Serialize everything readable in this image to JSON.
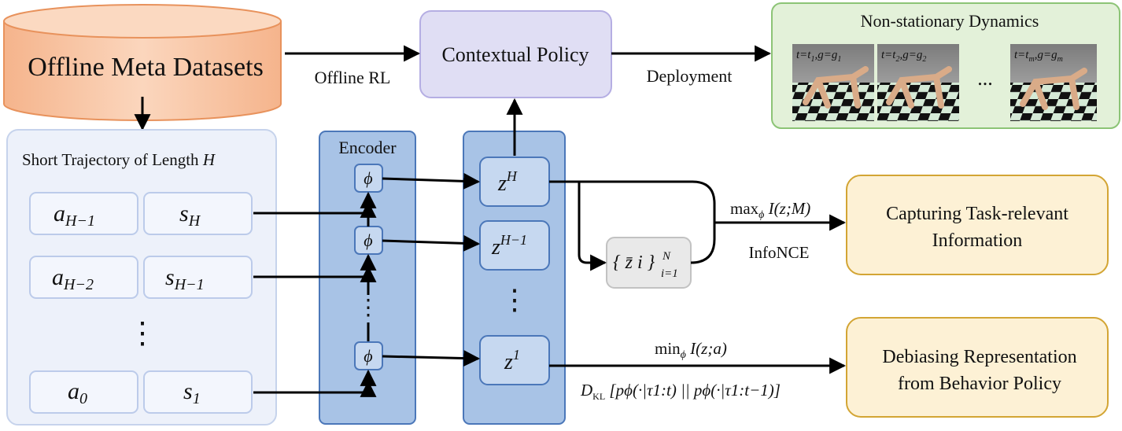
{
  "datasets": {
    "label": "Offline Meta Datasets"
  },
  "policy": {
    "label": "Contextual Policy"
  },
  "edges": {
    "offline_rl": "Offline RL",
    "deployment": "Deployment"
  },
  "dynamics": {
    "title": "Non-stationary Dynamics",
    "frames": [
      {
        "t": "t",
        "t_sub": "1",
        "g": "g",
        "g_sub": "1"
      },
      {
        "t": "t",
        "t_sub": "2",
        "g": "g",
        "g_sub": "2"
      },
      {
        "t": "t",
        "t_sub": "m",
        "g": "g",
        "g_sub": "m"
      }
    ],
    "ellipsis": "..."
  },
  "trajectory": {
    "title_text": "Short Trajectory of Length ",
    "title_var": "H",
    "rows": [
      {
        "a": "a",
        "a_sub": "H−1",
        "s": "s",
        "s_sub": "H"
      },
      {
        "a": "a",
        "a_sub": "H−2",
        "s": "s",
        "s_sub": "H−1"
      },
      {
        "a": "a",
        "a_sub": "0",
        "s": "s",
        "s_sub": "1"
      }
    ],
    "vdots": "⋮"
  },
  "encoder": {
    "title": "Encoder",
    "phi": "ϕ",
    "vdots": "⋮"
  },
  "latents": {
    "z": "z",
    "sups": [
      "H",
      "H−1",
      "1"
    ],
    "vdots": "⋮"
  },
  "negatives": {
    "label": "{ z̄ i }",
    "sup": "N",
    "sub": "i=1"
  },
  "objectives": {
    "max_label": "max",
    "max_sub": "ϕ",
    "max_expr": " I(z;M)",
    "infonce": "InfoNCE",
    "min_label": "min",
    "min_sub": "ϕ",
    "min_expr": " I(z;a)",
    "dkl": "D",
    "dkl_sub": "KL",
    "dkl_expr": " [pϕ(·|τ1:t) || pϕ(·|τ1:t−1)]"
  },
  "outcomes": {
    "capture": [
      "Capturing Task-relevant",
      "Information"
    ],
    "debias": [
      "Debiasing Representation",
      "from Behavior Policy"
    ]
  },
  "colors": {
    "dataset_fill": "#f8c9a8",
    "dataset_stroke": "#e8925c",
    "policy_fill": "#e0def4",
    "policy_stroke": "#b5aee3",
    "dynamics_fill": "#e3f1d9",
    "dynamics_stroke": "#8cc476",
    "traj_fill": "#edf1fa",
    "traj_stroke": "#c6d3ec",
    "token_fill": "#f3f6fd",
    "token_stroke": "#bccbea",
    "encoder_fill": "#a8c3e6",
    "encoder_stroke": "#4b77b9",
    "node_fill": "#c6d8f0",
    "neg_fill": "#e9e9e9",
    "neg_stroke": "#c2c2c2",
    "outcome_fill": "#fdf1d5",
    "outcome_stroke": "#d3a534"
  }
}
